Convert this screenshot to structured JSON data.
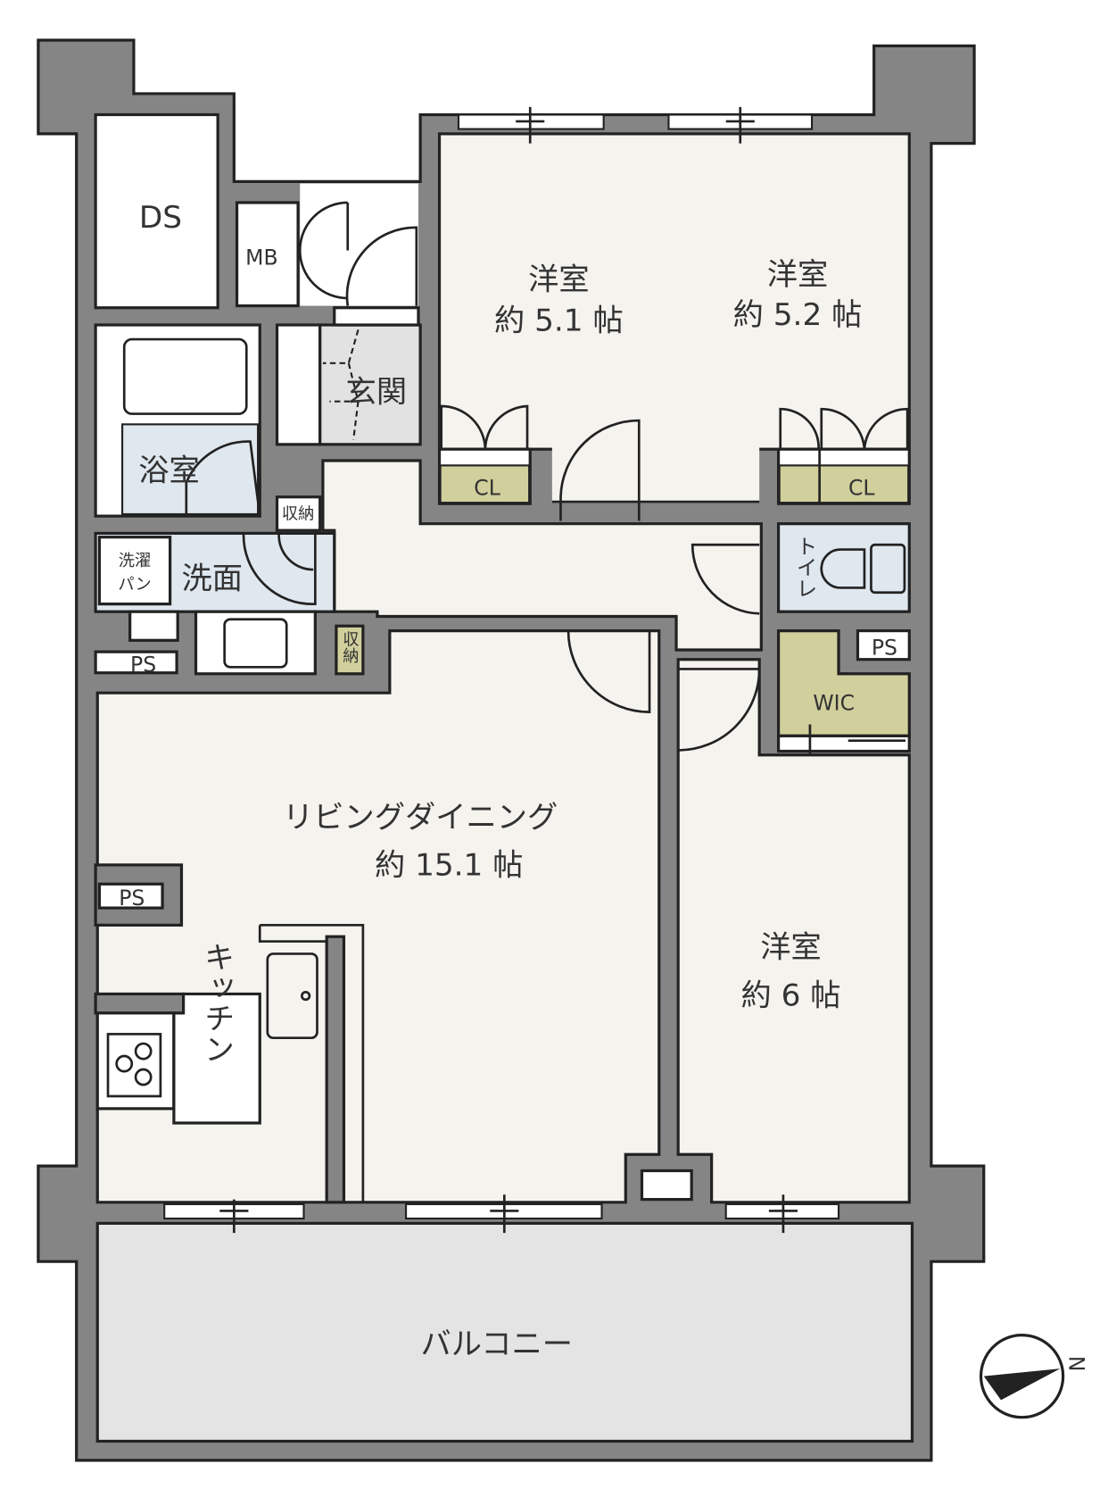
{
  "colors": {
    "wall": "#858585",
    "floor": "#f5f3ee",
    "wet_area": "#dfe7ef",
    "storage": "#d1cf9c",
    "entrance": "#e2e2e2",
    "balcony": "#e4e4e4"
  },
  "rooms": {
    "ds": "DS",
    "mb": "MB",
    "bedroom1": {
      "name": "洋室",
      "size": "約 5.1 帖"
    },
    "bedroom2": {
      "name": "洋室",
      "size": "約 5.2 帖"
    },
    "bedroom3": {
      "name": "洋室",
      "size": "約 6 帖"
    },
    "entrance": "玄関",
    "bath": "浴室",
    "storage_small": "収納",
    "storage_vertical": "収納",
    "washing_pan": [
      "洗濯",
      "パン"
    ],
    "washroom": "洗面",
    "ps_wash": "PS",
    "ps_toilet": "PS",
    "ps_kitchen": "PS",
    "closet1": "CL",
    "closet2": "CL",
    "toilet": "トイレ",
    "wic": "WIC",
    "living": {
      "name": "リビングダイニング",
      "size": "約 15.1 帖"
    },
    "kitchen": "キッチン",
    "balcony": "バルコニー"
  },
  "compass": {
    "label": "N"
  }
}
